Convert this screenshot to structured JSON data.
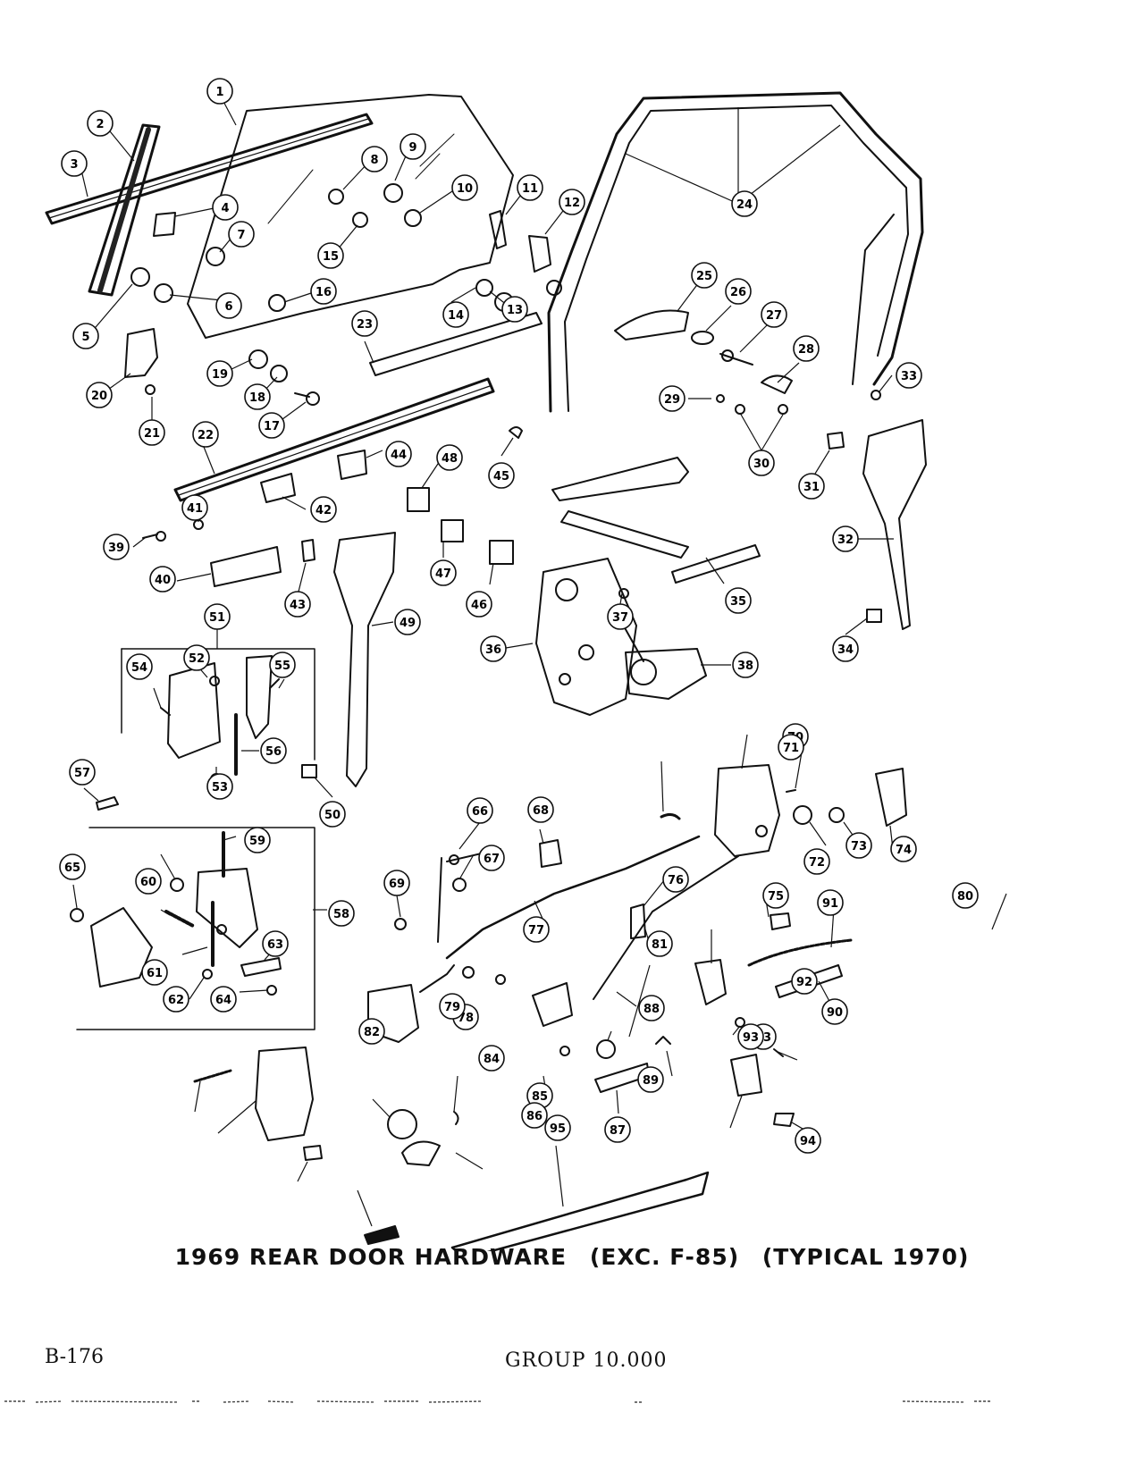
{
  "diagram": {
    "caption_parts": [
      "1969 REAR DOOR HARDWARE",
      "(EXC. F-85)",
      "(TYPICAL 1970)"
    ],
    "callouts": [
      "1",
      "2",
      "3",
      "4",
      "5",
      "6",
      "7",
      "8",
      "9",
      "10",
      "11",
      "12",
      "13",
      "14",
      "15",
      "16",
      "17",
      "18",
      "19",
      "20",
      "21",
      "22",
      "23",
      "24",
      "25",
      "26",
      "27",
      "28",
      "29",
      "30",
      "31",
      "32",
      "33",
      "34",
      "35",
      "36",
      "37",
      "38",
      "39",
      "40",
      "41",
      "42",
      "43",
      "44",
      "45",
      "46",
      "47",
      "48",
      "49",
      "50",
      "51",
      "52",
      "53",
      "54",
      "55",
      "56",
      "57",
      "58",
      "59",
      "60",
      "61",
      "62",
      "63",
      "64",
      "65",
      "66",
      "67",
      "68",
      "69",
      "70",
      "71",
      "72",
      "73",
      "74",
      "75",
      "76",
      "77",
      "78",
      "79",
      "80",
      "81",
      "82",
      "83",
      "84",
      "85",
      "86",
      "87",
      "88",
      "89",
      "90",
      "91",
      "92",
      "93",
      "94",
      "95"
    ]
  },
  "footer": {
    "page_number": "B-176",
    "group": "GROUP 10.000"
  },
  "colors": {
    "ink": "#111111",
    "paper": "#ffffff"
  }
}
